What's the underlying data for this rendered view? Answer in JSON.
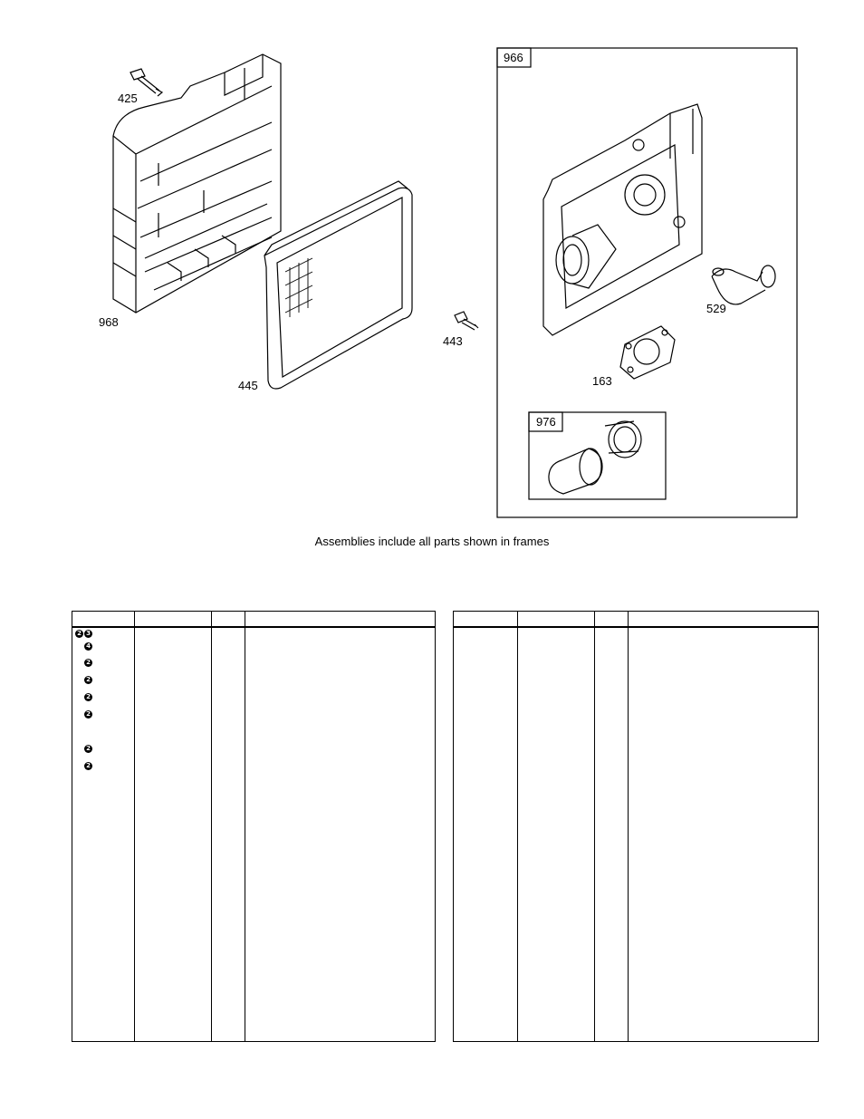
{
  "diagram": {
    "callouts": [
      "425",
      "968",
      "445",
      "443",
      "966",
      "529",
      "163",
      "976"
    ]
  },
  "caption": "Assemblies include all parts shown in frames",
  "left_table": {
    "row_markers": [
      [
        "2",
        "3"
      ],
      [
        "4"
      ],
      [
        "2"
      ],
      [
        "2"
      ],
      [
        "2"
      ],
      [
        "2"
      ],
      [
        "2"
      ],
      [
        "2"
      ]
    ]
  }
}
